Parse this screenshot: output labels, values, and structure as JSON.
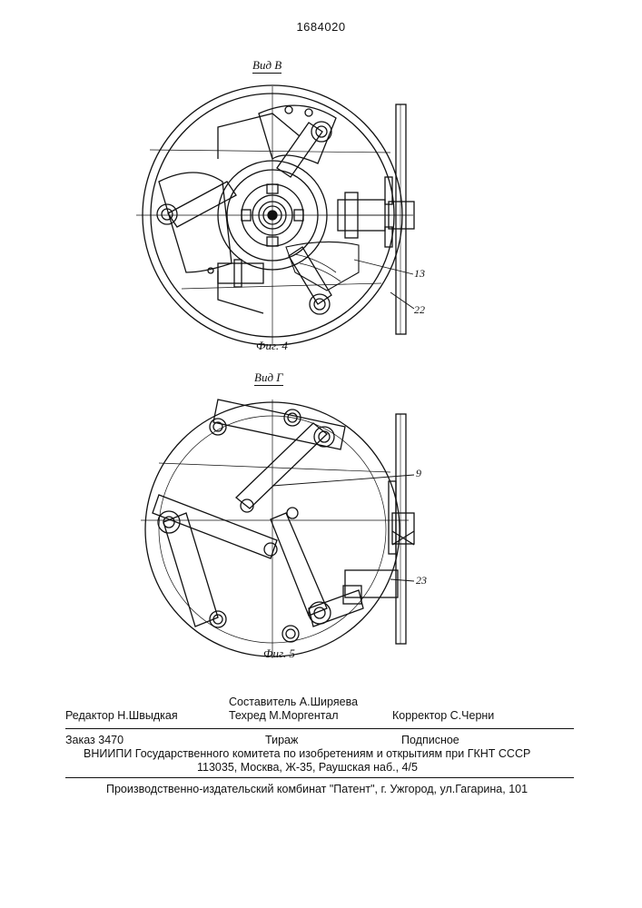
{
  "patent_number": "1684020",
  "figure4": {
    "view_label": "Вид В",
    "caption": "Фиг. 4",
    "callouts": [
      "13",
      "22"
    ]
  },
  "figure5": {
    "view_label": "Вид Г",
    "caption": "Фиг. 5",
    "callouts": [
      "9",
      "23"
    ]
  },
  "credits": {
    "editor": "Редактор  Н.Швыдкая",
    "compiler": "Составитель  А.Ширяева",
    "techred": "Техред М.Моргентал",
    "corrector": "Корректор С.Черни",
    "order": "Заказ  3470",
    "circulation": "Тираж",
    "subscription": "Подписное",
    "institute": "ВНИИПИ Государственного комитета по изобретениям и открытиям при ГКНТ СССР",
    "address": "113035, Москва, Ж-35, Раушская наб., 4/5",
    "printer": "Производственно-издательский комбинат \"Патент\", г. Ужгород, ул.Гагарина, 101"
  }
}
